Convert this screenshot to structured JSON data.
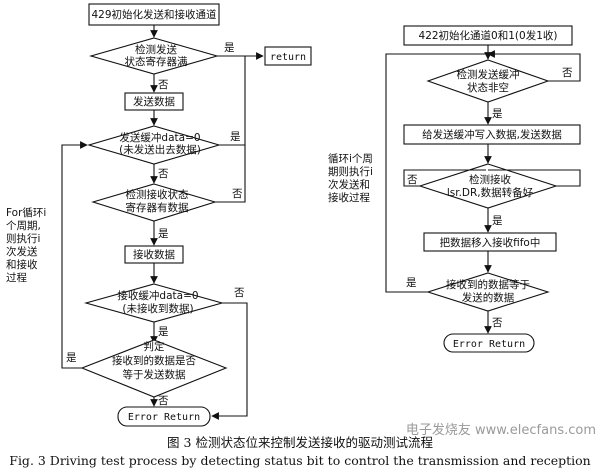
{
  "left": {
    "init": "429初始化发送和接收通道",
    "check_send_full": [
      "检测发送",
      "状态寄存器满"
    ],
    "yes1": "是",
    "return": "return",
    "no1": "否",
    "send_data": "发送数据",
    "send_buf_check": [
      "发送缓冲data=0",
      "(未发送出去数据)"
    ],
    "yes2": "是",
    "no2": "否",
    "check_recv": [
      "检测接收状态",
      "寄存器有数据"
    ],
    "no3": "否",
    "yes3": "是",
    "recv_data": "接收数据",
    "recv_buf_check": [
      "接收缓冲data=0",
      "(未接收到数据)"
    ],
    "no4": "否",
    "yes4": "是",
    "judge": [
      "判定",
      "接收到的数据是否",
      "等于发送数据"
    ],
    "yes5": "是",
    "no5": "否",
    "error_return": "Error Return",
    "loop_note": [
      "For循环i",
      "个周期,",
      "则执行i",
      "次发送",
      "和接收",
      "过程"
    ]
  },
  "right": {
    "init": "422初始化通道0和1(0发1收)",
    "check_send_buf": [
      "检测发送缓冲",
      "状态非空"
    ],
    "no1": "否",
    "yes1": "是",
    "write_buf": "给发送缓冲写入数据,发送数据",
    "check_recv": [
      "检测接收",
      "lsr.DR,数据转备好"
    ],
    "no2": "否",
    "yes2": "是",
    "move_fifo": "把数据移入接收fifo中",
    "compare": [
      "接收到的数据等于",
      "发送的数据"
    ],
    "yes3": "是",
    "no3": "否",
    "error_return": "Error Return",
    "loop_note": [
      "循环i个周",
      "期则执行i",
      "次发送和",
      "接收过程"
    ]
  },
  "caption": {
    "zh": "图 3   检测状态位来控制发送接收的驱动测试流程",
    "en": "Fig. 3    Driving test process by detecting status bit to control the transmission and reception"
  },
  "watermark": "电子发烧友 www.elecfans.com"
}
